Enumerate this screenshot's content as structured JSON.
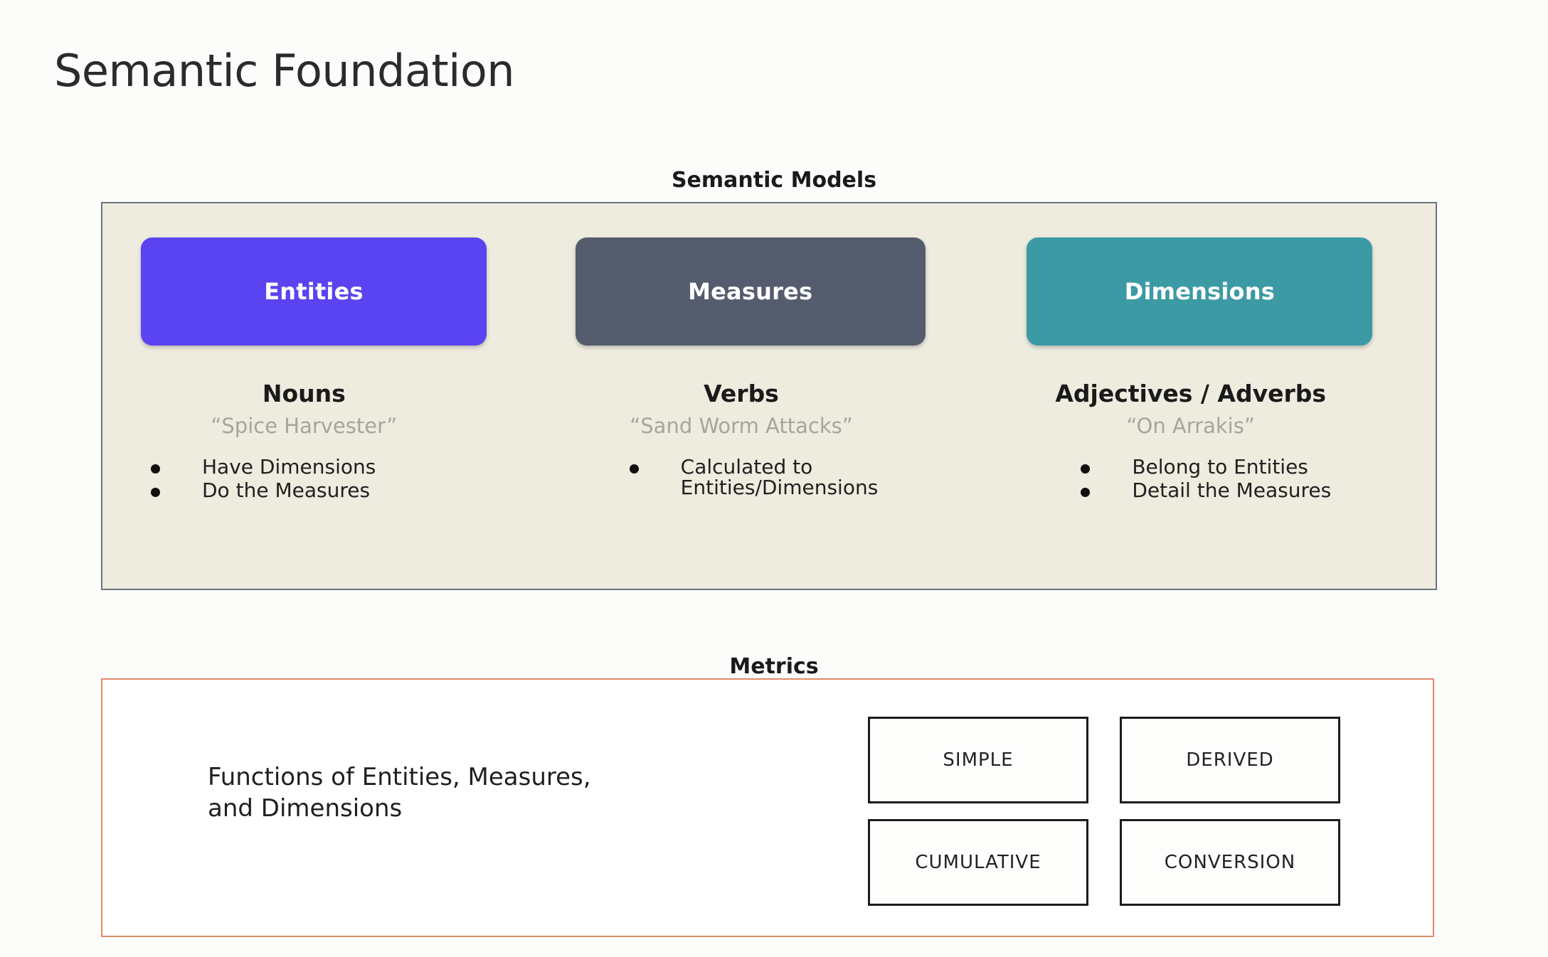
{
  "page": {
    "title": "Semantic Foundation",
    "background_color": "#fcfdfb"
  },
  "semantic_models": {
    "caption": "Semantic Models",
    "panel_background": "#eeebdf",
    "panel_border_color": "#6b7280",
    "columns": [
      {
        "pill_label": "Entities",
        "pill_color": "#5a43f0",
        "part_of_speech": "Nouns",
        "example": "“Spice Harvester”",
        "bullets": [
          {
            "line1": "Have Dimensions",
            "line2": ""
          },
          {
            "line1": "Do the Measures",
            "line2": ""
          }
        ]
      },
      {
        "pill_label": "Measures",
        "pill_color": "#545c6e",
        "part_of_speech": "Verbs",
        "example": "“Sand Worm Attacks”",
        "bullets": [
          {
            "line1": "Calculated to",
            "line2": "Entities/Dimensions"
          }
        ]
      },
      {
        "pill_label": "Dimensions",
        "pill_color": "#3c9aa5",
        "part_of_speech": "Adjectives / Adverbs",
        "example": "“On Arrakis”",
        "bullets": [
          {
            "line1": "Belong to Entities",
            "line2": ""
          },
          {
            "line1": "Detail the Measures",
            "line2": ""
          }
        ]
      }
    ]
  },
  "metrics": {
    "caption": "Metrics",
    "panel_border_color": "#e08a68",
    "description_line1": "Functions of Entities, Measures,",
    "description_line2": "and Dimensions",
    "types": [
      {
        "label": "SIMPLE"
      },
      {
        "label": "DERIVED"
      },
      {
        "label": "CUMULATIVE"
      },
      {
        "label": "CONVERSION"
      }
    ]
  }
}
